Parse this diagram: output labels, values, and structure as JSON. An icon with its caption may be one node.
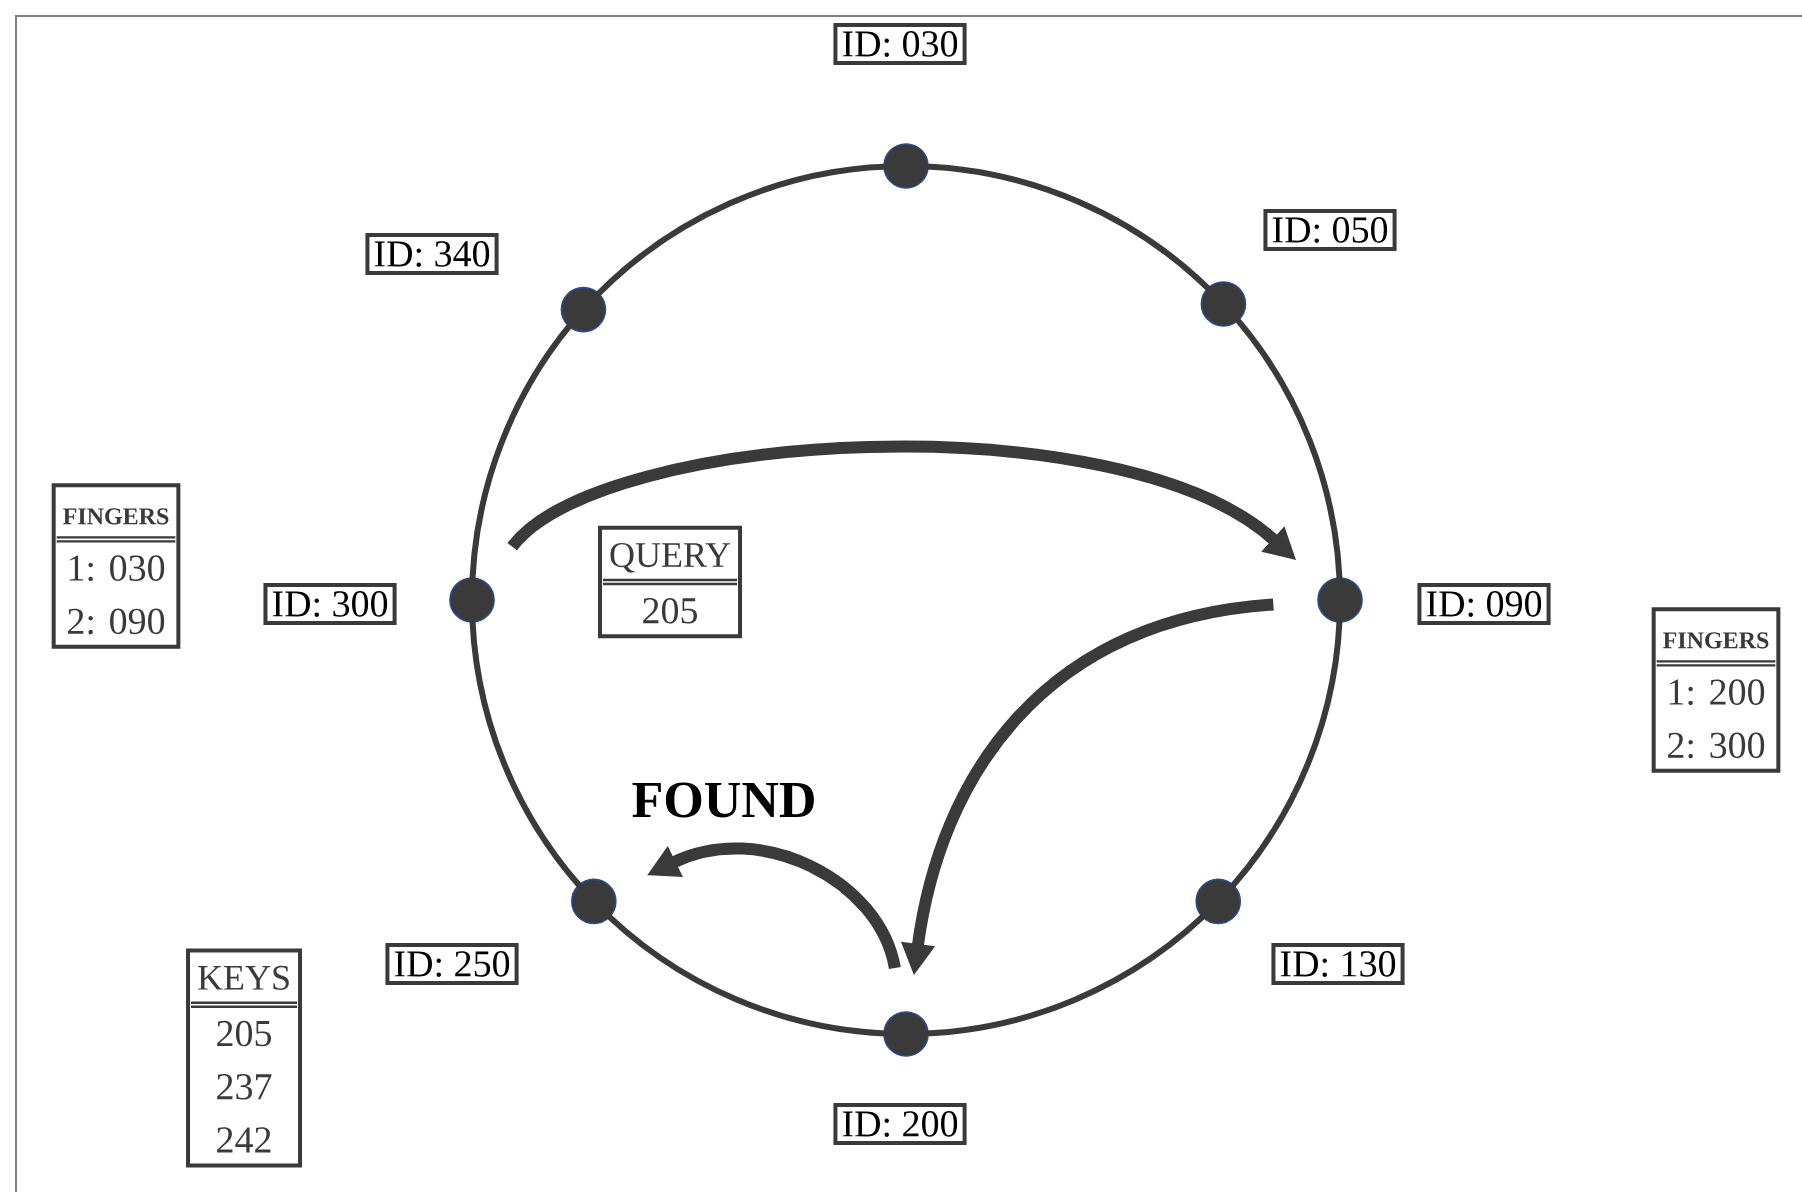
{
  "diagram": {
    "nodes": [
      {
        "text": [],
        "shape": "circle",
        "beside": [
          "ID: 030"
        ]
      },
      {
        "text": [],
        "shape": "circle",
        "beside": [
          "ID: 050"
        ]
      },
      {
        "text": [],
        "shape": "circle",
        "beside": [
          "ID: 090"
        ]
      },
      {
        "text": [],
        "shape": "circle",
        "beside": [
          "ID: 130"
        ]
      },
      {
        "text": [],
        "shape": "circle",
        "beside": [
          "ID: 200"
        ]
      },
      {
        "text": [],
        "shape": "circle",
        "beside": [
          "ID: 250"
        ]
      },
      {
        "text": [],
        "shape": "circle",
        "beside": [
          "ID: 300"
        ]
      },
      {
        "text": [],
        "shape": "circle",
        "beside": [
          "ID: 340"
        ]
      },
      {
        "text": [
          "FINGERS",
          "1: 030",
          "2: 090"
        ]
      },
      {
        "text": [
          "QUERY",
          "205"
        ]
      },
      {
        "text": [
          "FINGERS",
          "1: 200",
          "2: 300"
        ]
      },
      {
        "text": [
          "KEYS",
          "205",
          "237",
          "242"
        ]
      }
    ],
    "edges": [
      {
        "from": 0,
        "to": 1,
        "arrow": "none"
      },
      {
        "from": 1,
        "to": 2,
        "arrow": "none"
      },
      {
        "from": 2,
        "to": 3,
        "arrow": "none"
      },
      {
        "from": 3,
        "to": 4,
        "arrow": "none"
      },
      {
        "from": 4,
        "to": 5,
        "arrow": "none"
      },
      {
        "from": 5,
        "to": 6,
        "arrow": "none"
      },
      {
        "from": 6,
        "to": 7,
        "arrow": "none"
      },
      {
        "from": 7,
        "to": 0,
        "arrow": "none"
      },
      {
        "from": 6,
        "to": 2,
        "arrow": "to",
        "style": "thick"
      },
      {
        "from": 2,
        "to": 4,
        "arrow": "to",
        "style": "thick"
      },
      {
        "from": 4,
        "to": 5,
        "arrow": "to",
        "style": "thick",
        "label": "FOUND"
      }
    ]
  }
}
